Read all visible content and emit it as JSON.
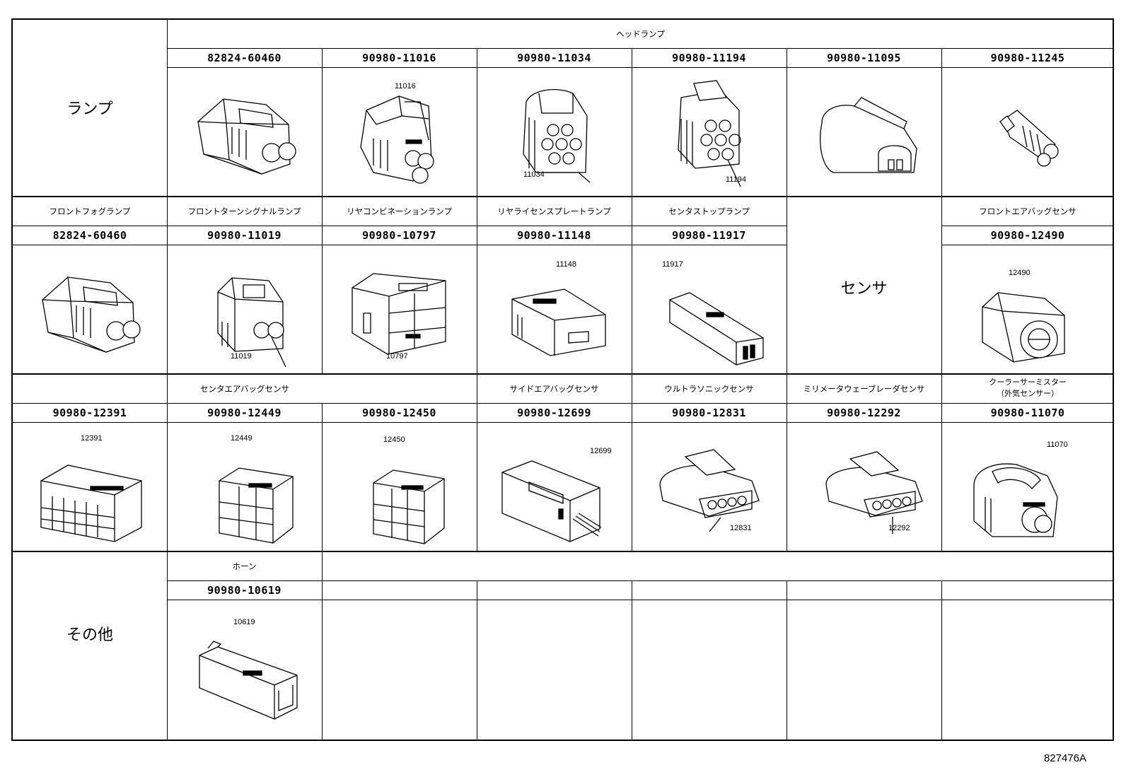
{
  "cats": {
    "lamp": "ランプ",
    "sensor": "センサ",
    "other": "その他"
  },
  "heads": {
    "headlamp": "ヘッドランプ",
    "front_fog": "フロントフォグランプ",
    "front_turn": "フロントターンシグナルランプ",
    "rear_combi": "リヤコンビネーションランプ",
    "rear_license": "リヤライセンスプレートランプ",
    "stop": "センタストップランプ",
    "front_airbag": "フロントエアバッグセンサ",
    "center_airbag": "センタエアバッグセンサ",
    "side_airbag": "サイドエアバッグセンサ",
    "ultrasonic": "ウルトラソニックセンサ",
    "mmwave": "ミリメータウェーブレーダセンサ",
    "cooler_line1": "クーラーサーミスター",
    "cooler_line2": "（外気センサー）",
    "horn": "ホーン"
  },
  "parts": {
    "r1": [
      "82824-60460",
      "90980-11016",
      "90980-11034",
      "90980-11194",
      "90980-11095",
      "90980-11245"
    ],
    "r2": [
      "82824-60460",
      "90980-11019",
      "90980-10797",
      "90980-11148",
      "90980-11917",
      "90980-12490"
    ],
    "r3": [
      "90980-12391",
      "90980-12449",
      "90980-12450",
      "90980-12699",
      "90980-12831",
      "90980-12292",
      "90980-11070"
    ],
    "r4": [
      "90980-10619"
    ]
  },
  "callouts": {
    "c11016": "11016",
    "c11034": "11034",
    "c11194": "11194",
    "c11019": "11019",
    "c10797": "10797",
    "c11148": "11148",
    "c11917": "11917",
    "c12490": "12490",
    "c12391": "12391",
    "c12449": "12449",
    "c12450": "12450",
    "c12699": "12699",
    "c12831": "12831",
    "c12292": "12292",
    "c11070": "11070",
    "c10619": "10619"
  },
  "ref": "827476A"
}
